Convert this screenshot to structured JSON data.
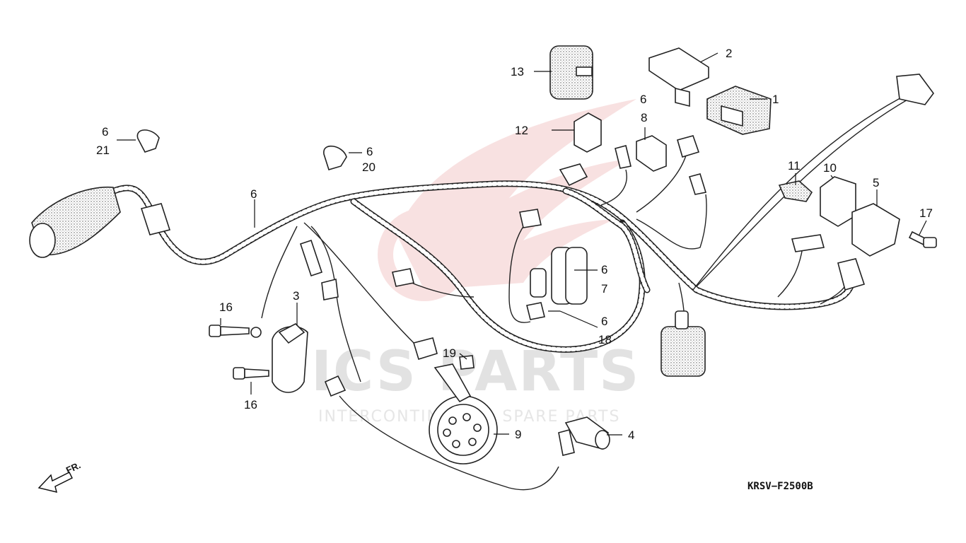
{
  "diagram": {
    "code": "KRSV−F2500B",
    "direction_label": "FR.",
    "watermark": {
      "brand": "ICS PARTS",
      "tagline": "INTERCONTINENTAL SPARE PARTS"
    },
    "callouts": [
      {
        "id": "c-1",
        "text": "1"
      },
      {
        "id": "c-2",
        "text": "2"
      },
      {
        "id": "c-3",
        "text": "3"
      },
      {
        "id": "c-4",
        "text": "4"
      },
      {
        "id": "c-5",
        "text": "5"
      },
      {
        "id": "c-6a",
        "text": "6"
      },
      {
        "id": "c-21",
        "text": "21"
      },
      {
        "id": "c-6b",
        "text": "6"
      },
      {
        "id": "c-20",
        "text": "20"
      },
      {
        "id": "c-6c",
        "text": "6"
      },
      {
        "id": "c-6d",
        "text": "6"
      },
      {
        "id": "c-6e",
        "text": "6"
      },
      {
        "id": "c-7",
        "text": "7"
      },
      {
        "id": "c-6f",
        "text": "6"
      },
      {
        "id": "c-18",
        "text": "18"
      },
      {
        "id": "c-8",
        "text": "8"
      },
      {
        "id": "c-9",
        "text": "9"
      },
      {
        "id": "c-10",
        "text": "10"
      },
      {
        "id": "c-11",
        "text": "11"
      },
      {
        "id": "c-12",
        "text": "12"
      },
      {
        "id": "c-13",
        "text": "13"
      },
      {
        "id": "c-16a",
        "text": "16"
      },
      {
        "id": "c-16b",
        "text": "16"
      },
      {
        "id": "c-17",
        "text": "17"
      },
      {
        "id": "c-19",
        "text": "19"
      }
    ]
  }
}
